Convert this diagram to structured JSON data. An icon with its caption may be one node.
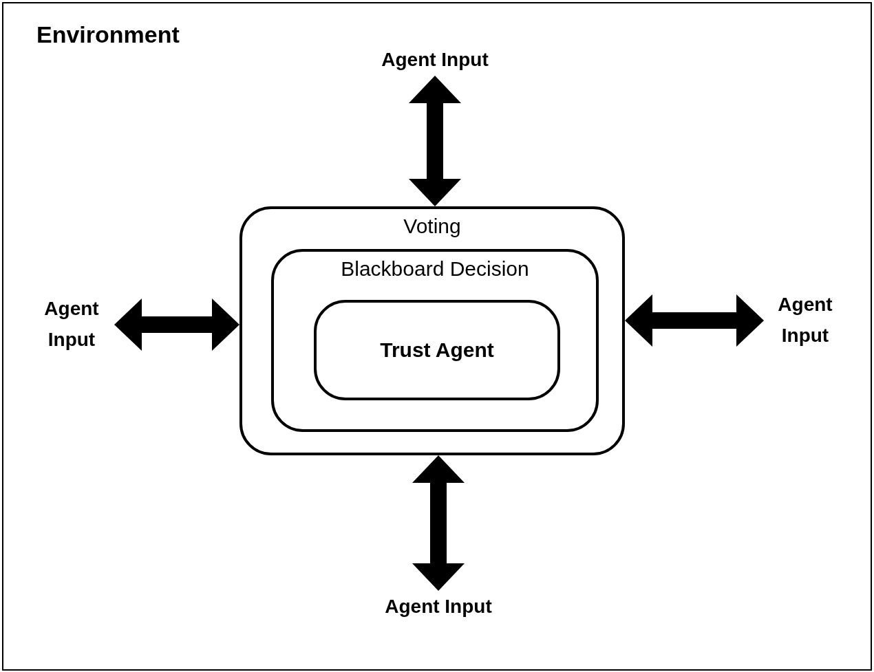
{
  "diagram": {
    "nodes": [
      {
        "text": [
          "Environment"
        ]
      },
      {
        "text": [
          "Agent Input"
        ],
        "in": 0
      },
      {
        "text": [
          "Voting"
        ],
        "in": 0
      },
      {
        "text": [
          "Blackboard Decision"
        ],
        "in": 2
      },
      {
        "text": [
          "Trust Agent"
        ],
        "in": 3
      },
      {
        "text": [
          "Agent Input"
        ],
        "in": 0
      },
      {
        "text": [
          "Agent Input"
        ],
        "in": 0
      },
      {
        "text": [
          "Agent Input"
        ],
        "in": 0
      }
    ],
    "edges": [
      {
        "from": 1,
        "to": 2,
        "arrow": "both"
      },
      {
        "from": 5,
        "to": 2,
        "arrow": "both"
      },
      {
        "from": 6,
        "to": 2,
        "arrow": "both"
      },
      {
        "from": 7,
        "to": 2,
        "arrow": "both"
      }
    ]
  }
}
